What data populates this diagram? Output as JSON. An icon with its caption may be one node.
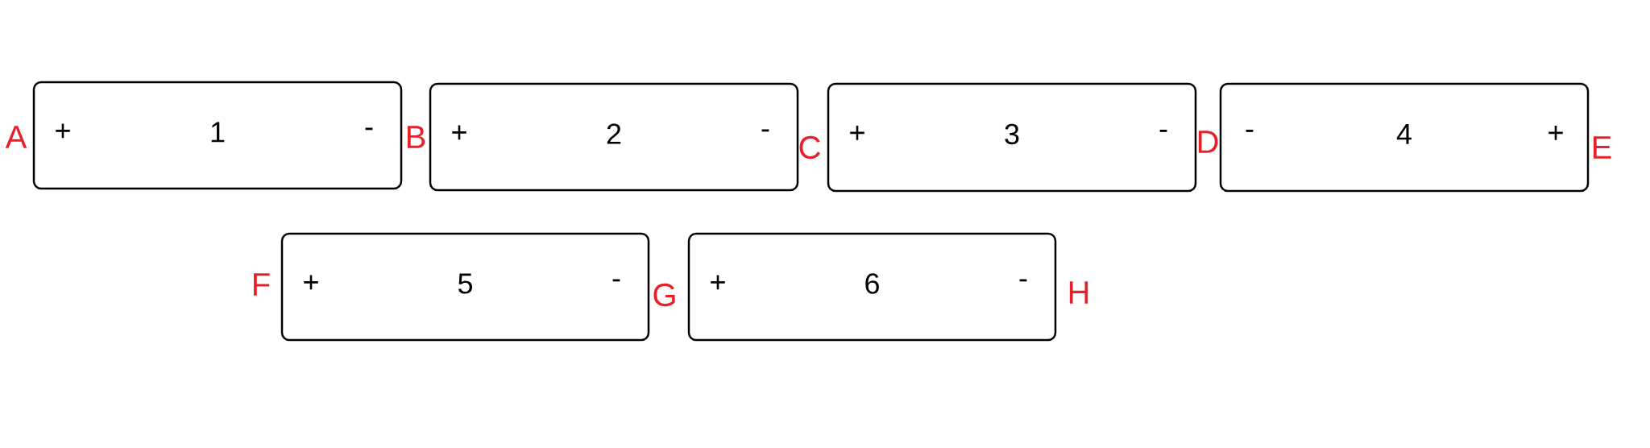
{
  "diagram": {
    "nodes": [
      {
        "text": [
          "+",
          "1",
          "-"
        ]
      },
      {
        "text": [
          "+",
          "2",
          "-"
        ]
      },
      {
        "text": [
          "+",
          "3",
          "-"
        ]
      },
      {
        "text": [
          "-",
          "4",
          "+"
        ]
      },
      {
        "text": [
          "+",
          "5",
          "-"
        ]
      },
      {
        "text": [
          "+",
          "6",
          "-"
        ]
      }
    ],
    "labels": [
      "A",
      "B",
      "C",
      "D",
      "E",
      "F",
      "G",
      "H"
    ]
  }
}
